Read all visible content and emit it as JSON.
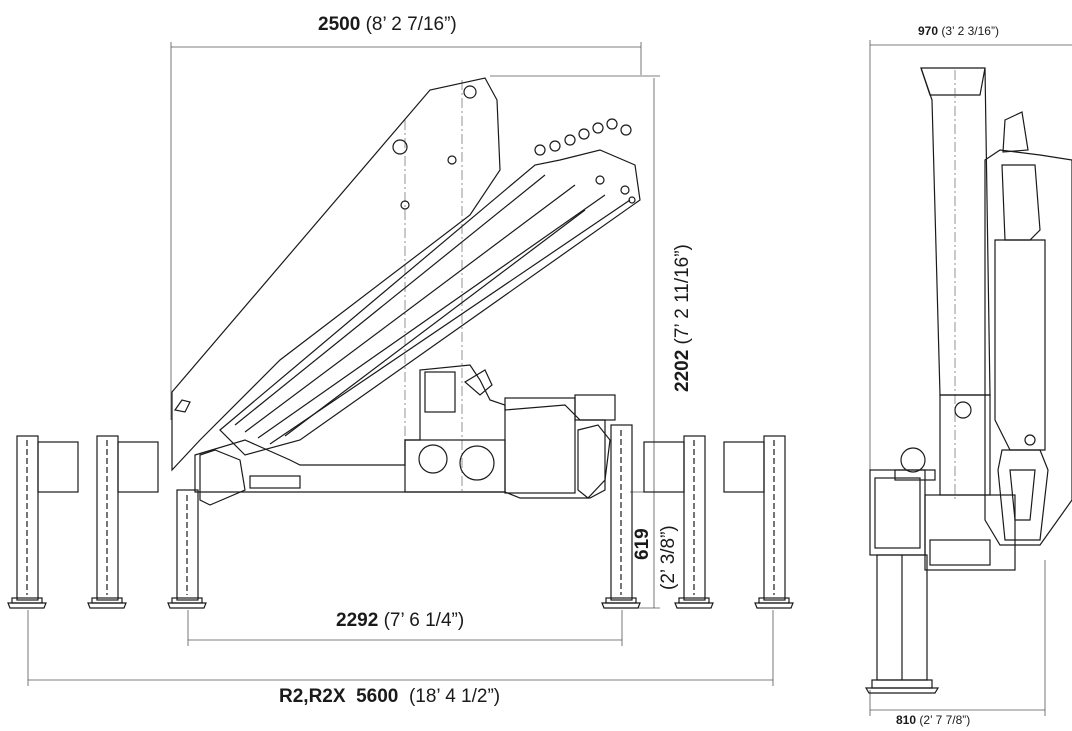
{
  "side_view": {
    "overall_width": {
      "value": "2500",
      "imperial": "(8’ 2 7/16”)"
    },
    "height": {
      "value": "2202",
      "imperial": "(7’ 2 11/16”)"
    },
    "base_height": {
      "value": "619",
      "imperial": "(2’ 3/8”)"
    },
    "stabilizer_span": {
      "value": "2292",
      "imperial": "(7’ 6 1/4”)"
    },
    "extended_span": {
      "model": "R2,R2X",
      "value": "5600",
      "imperial": "(18’ 4 1/2”)"
    }
  },
  "front_view": {
    "top_width": {
      "value": "970",
      "imperial": "(3’ 2 3/16”)"
    },
    "base_width": {
      "value": "810",
      "imperial": "(2’ 7 7/8”)"
    }
  },
  "colors": {
    "line": "#1a1a1a",
    "dim_line": "#444444",
    "background": "#ffffff"
  }
}
